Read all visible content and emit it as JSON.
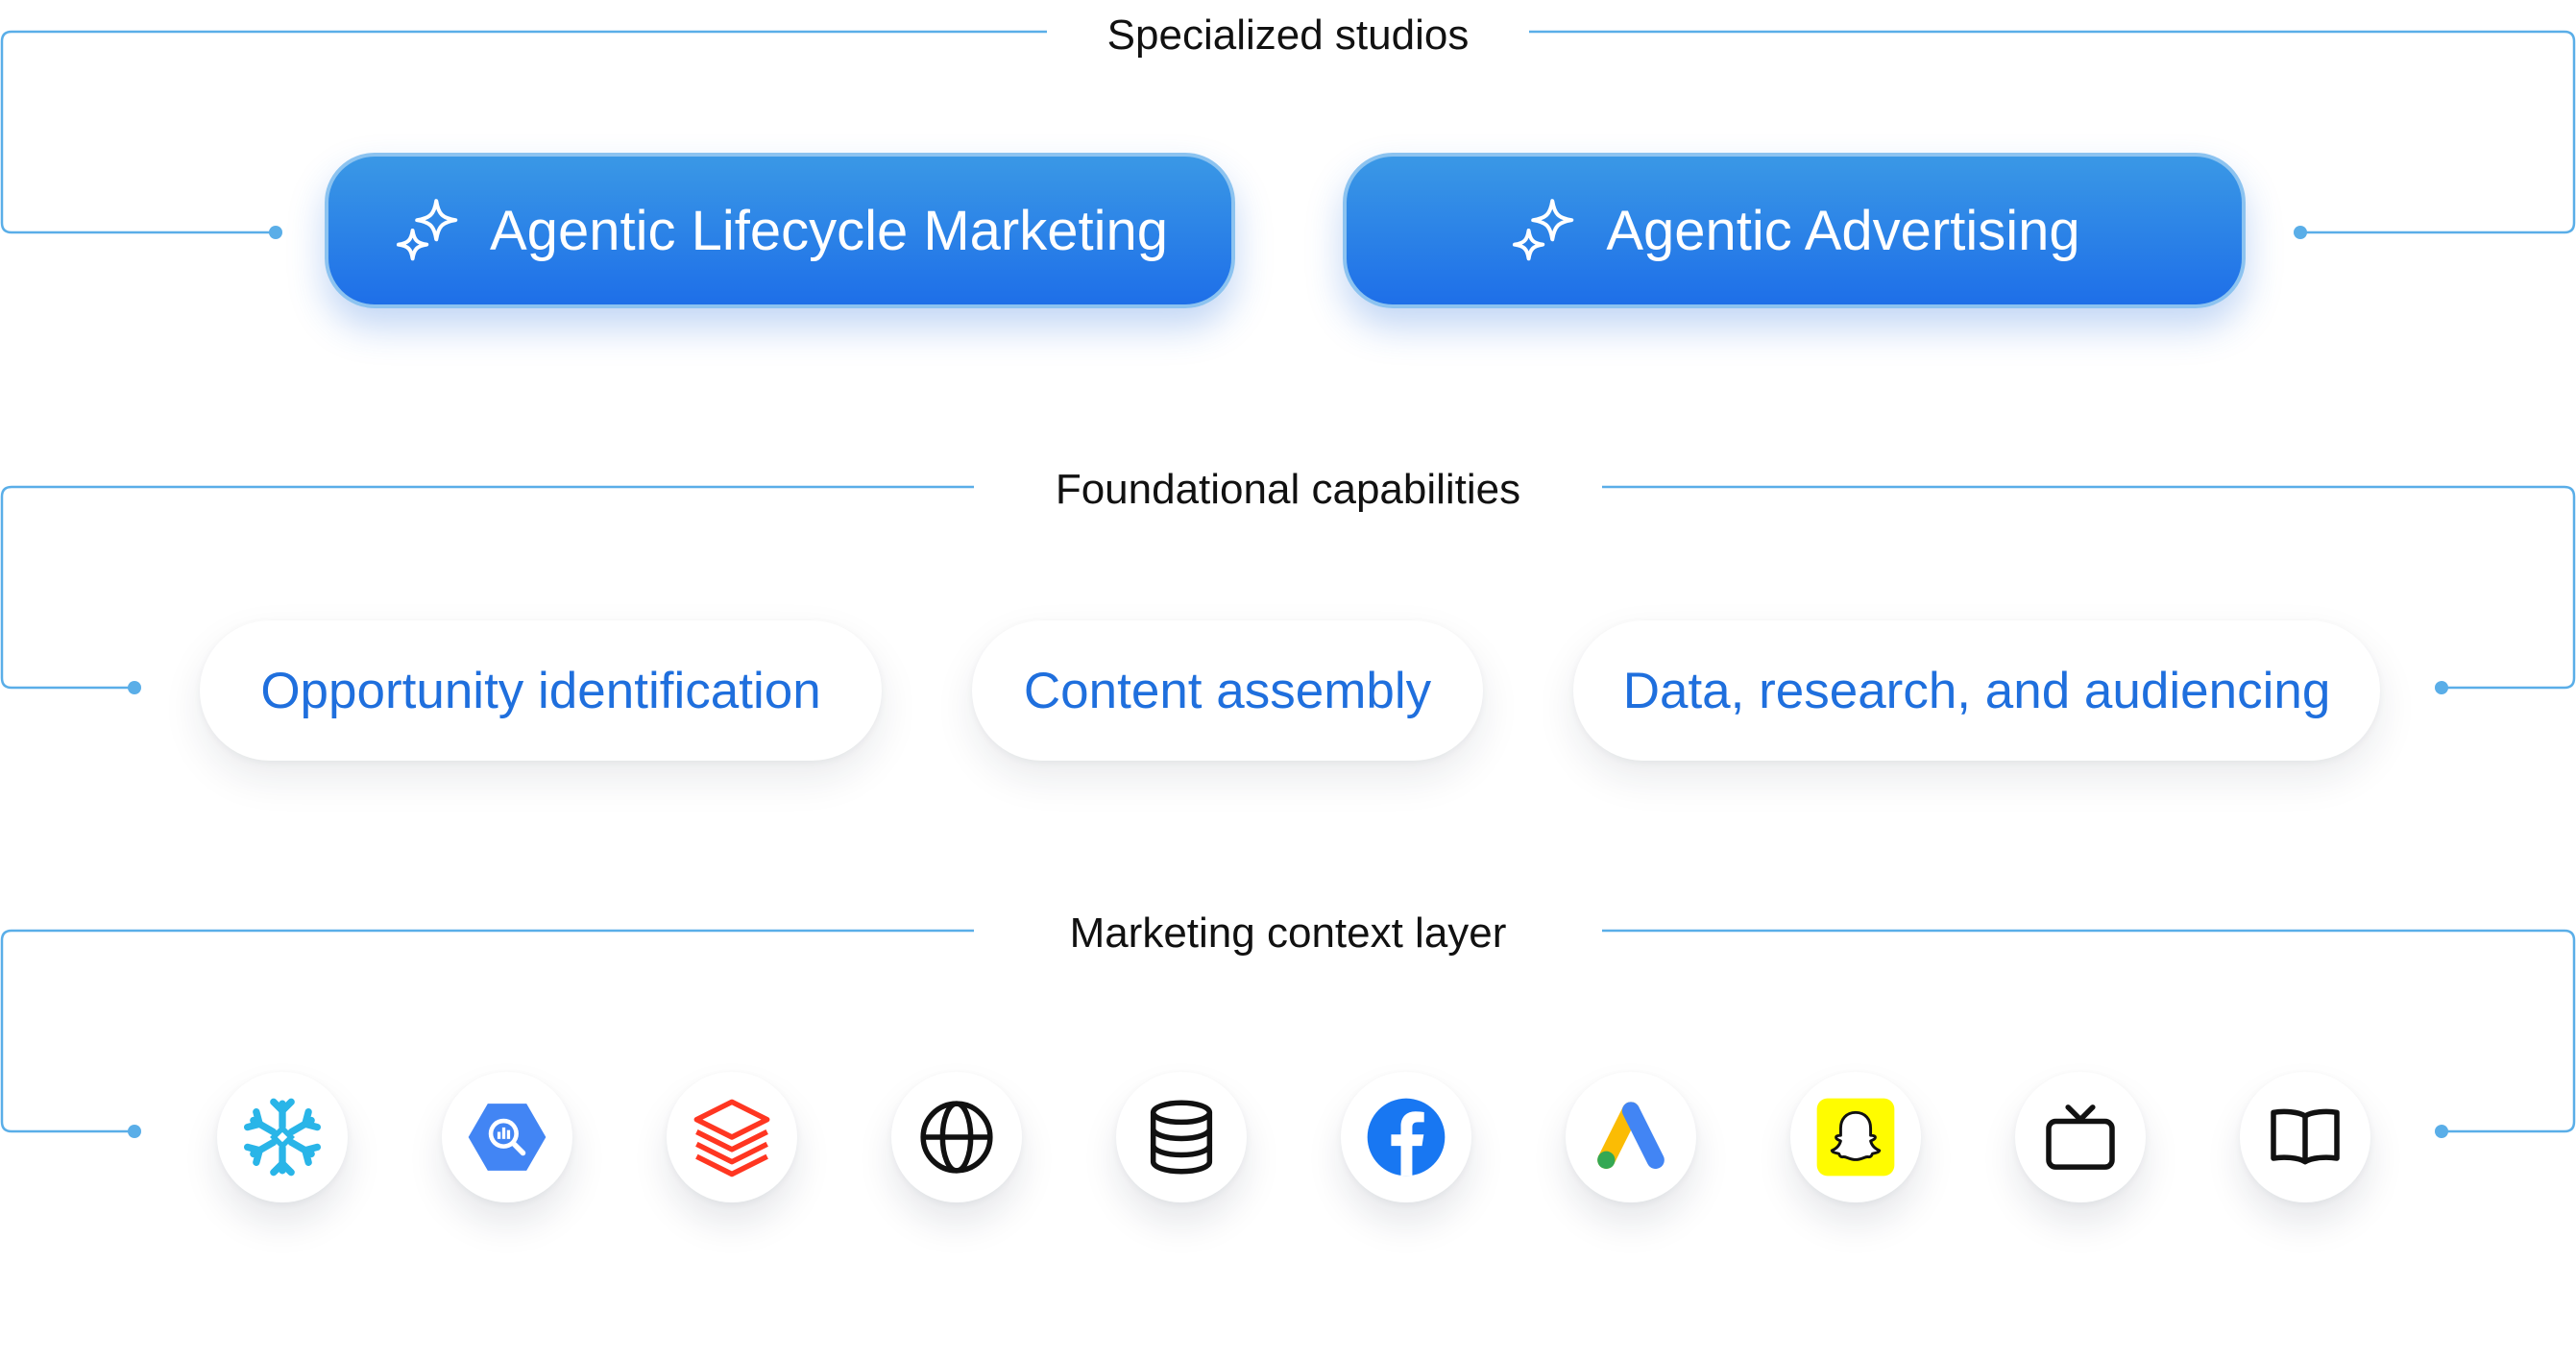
{
  "layers": {
    "studios": {
      "heading": "Specialized studios",
      "items": [
        "Agentic Lifecycle Marketing",
        "Agentic Advertising"
      ]
    },
    "capabilities": {
      "heading": "Foundational capabilities",
      "items": [
        "Opportunity identification",
        "Content assembly",
        "Data, research, and audiencing"
      ]
    },
    "context": {
      "heading": "Marketing context layer",
      "icons": [
        "snowflake-icon",
        "bigquery-icon",
        "databricks-icon",
        "globe-icon",
        "database-icon",
        "facebook-icon",
        "google-ads-icon",
        "snapchat-icon",
        "tv-icon",
        "book-icon"
      ]
    }
  },
  "colors": {
    "connector": "#5aaee8",
    "studio_gradient_top": "#3a98e6",
    "studio_gradient_bottom": "#1e6fe8",
    "capability_text": "#1f6fdd"
  }
}
